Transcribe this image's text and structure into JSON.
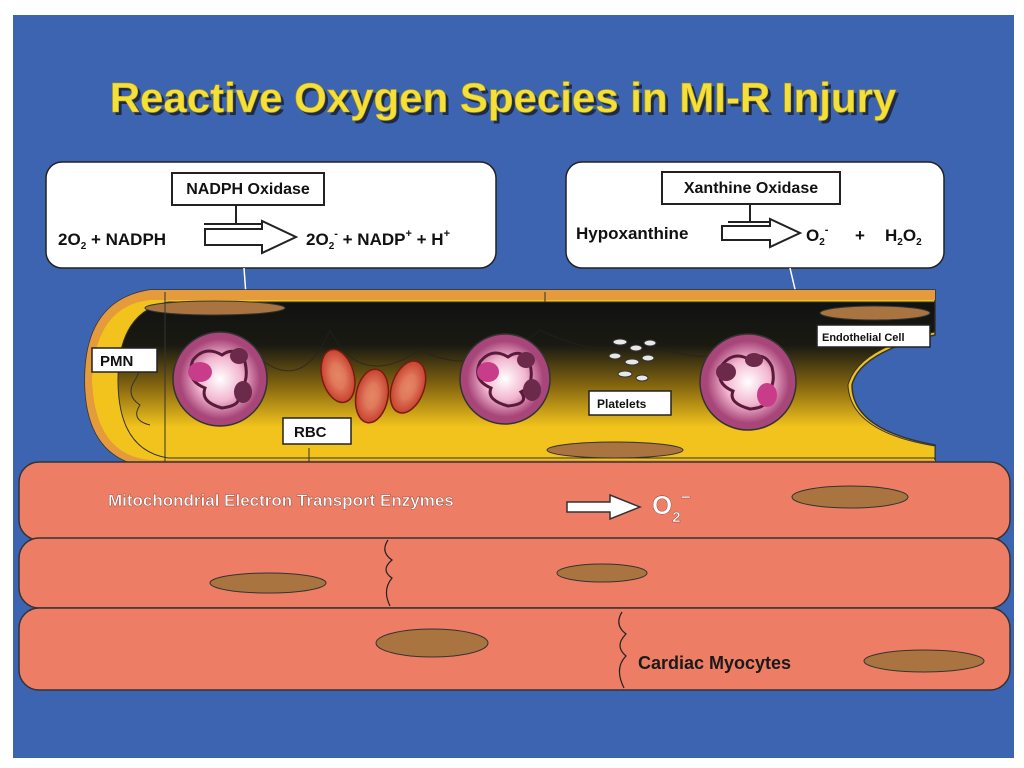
{
  "title": "Reactive Oxygen Species in MI-R Injury",
  "nadph_box": {
    "enzyme": "NADPH Oxidase",
    "substrate": "2O",
    "substrate_sub": "2",
    "cofactor": " + NADPH",
    "product": "2O",
    "product_sub": "2",
    "product_sup": "-",
    "rest": " + NADP",
    "rest_sup": "+",
    "tail": " + H",
    "tail_sup": "+"
  },
  "xanthine_box": {
    "enzyme": "Xanthine Oxidase",
    "substrate": "Hypoxanthine",
    "product1": "O",
    "product1_sub": "2",
    "product1_sup": "-",
    "plus": "+",
    "product2_a": "H",
    "product2_sub1": "2",
    "product2_b": "O",
    "product2_sub2": "2"
  },
  "labels": {
    "pmn": "PMN",
    "rbc": "RBC",
    "platelets": "Platelets",
    "endothelial": "Endothelial Cell",
    "cardiac": "Cardiac Myocytes"
  },
  "mito": {
    "label": "Mitochondrial Electron Transport Enzymes",
    "product": "O",
    "product_sub": "2",
    "product_sup": "–"
  },
  "colors": {
    "background": "#3d64b0",
    "title": "#f5e03a",
    "myocyte": "#ee7d65",
    "nucleus": "#a9743f",
    "vessel_yellow": "#f1c31c",
    "pmn_purple": "#a8467a"
  },
  "icons": [
    "pmn-cell-icon",
    "rbc-cell-icon",
    "platelet-cluster-icon",
    "arrow-icon"
  ]
}
